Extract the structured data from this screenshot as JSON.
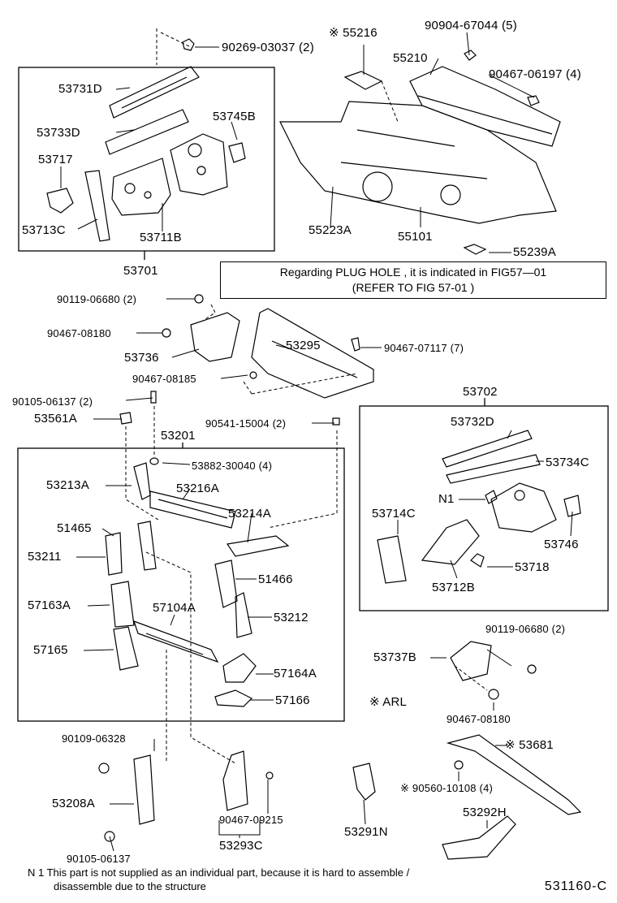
{
  "note_box": {
    "line1": "Regarding  PLUG HOLE , it is indicated  in FIG57—01",
    "line2": "(REFER TO FIG  57-01 )"
  },
  "footnote": {
    "line1": "N 1  This part is not supplied as an individual part, because it is hard to assemble  /",
    "line2": "disassemble due to the structure"
  },
  "doc_id": "531160-C",
  "labels": {
    "p90269_03037": "90269-03037 (2)",
    "p55216": "※ 55216",
    "p90904_67044": "90904-67044 (5)",
    "p55210": "55210",
    "p90467_06197": "90467-06197 (4)",
    "p53731D": "53731D",
    "p53733D": "53733D",
    "p53745B": "53745B",
    "p53717": "53717",
    "p53713C": "53713C",
    "p53711B": "53711B",
    "p53701": "53701",
    "p55223A": "55223A",
    "p55101": "55101",
    "p55239A": "55239A",
    "p90119_06680_a": "90119-06680 (2)",
    "p90467_08180_a": "90467-08180",
    "p53736": "53736",
    "p53295": "53295",
    "p90467_07117": "90467-07117 (7)",
    "p90467_08185": "90467-08185",
    "p90105_06137_a": "90105-06137 (2)",
    "p53561A": "53561A",
    "p90541_15004": "90541-15004 (2)",
    "p53201": "53201",
    "p53882_30040": "53882-30040 (4)",
    "p53213A": "53213A",
    "p53216A": "53216A",
    "p53214A": "53214A",
    "p51465": "51465",
    "p53211": "53211",
    "p51466": "51466",
    "p57163A": "57163A",
    "p57104A": "57104A",
    "p53212": "53212",
    "p57165": "57165",
    "p57164A": "57164A",
    "p57166": "57166",
    "p53702": "53702",
    "p53732D": "53732D",
    "p53734C": "53734C",
    "pN1": "N1",
    "p53714C": "53714C",
    "p53746": "53746",
    "p53718": "53718",
    "p53712B": "53712B",
    "p90119_06680_b": "90119-06680 (2)",
    "p53737B": "53737B",
    "pARL": "※ ARL",
    "p90467_08180_b": "90467-08180",
    "p90109_06328": "90109-06328",
    "p53681": "※ 53681",
    "p90560_10108": "※ 90560-10108 (4)",
    "p53208A": "53208A",
    "p90467_09215": "90467-09215",
    "p53292H": "53292H",
    "p53291N": "53291N",
    "p53293C": "53293C",
    "p90105_06137_b": "90105-06137"
  }
}
